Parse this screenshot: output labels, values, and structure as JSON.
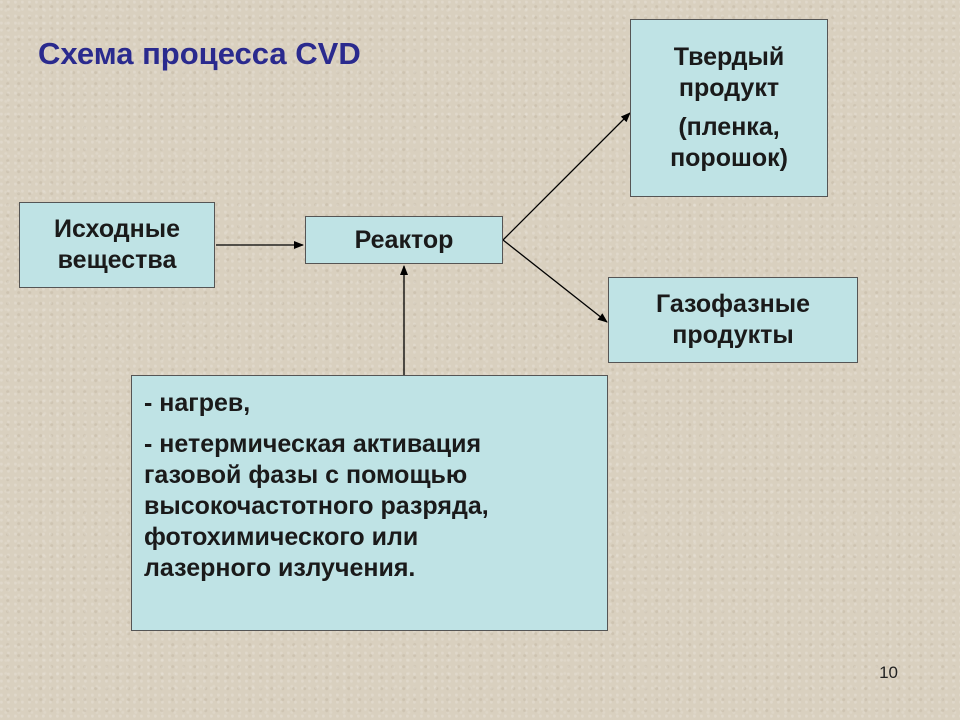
{
  "title": "Схема процесса CVD",
  "boxes": {
    "source": {
      "lines": [
        "Исходные",
        "вещества"
      ]
    },
    "reactor": {
      "label": "Реактор"
    },
    "solid": {
      "lines": [
        "Твердый",
        "продукт",
        "(пленка,",
        "порошок)"
      ]
    },
    "gas": {
      "lines": [
        "Газофазные",
        "продукты"
      ]
    },
    "activation": {
      "item1": "- нагрев,",
      "item2_lines": [
        "- нетермическая активация",
        "газовой фазы с помощью",
        "высокочастотного разряда,",
        "фотохимического или",
        "лазерного излучения."
      ]
    }
  },
  "page_number": "10"
}
